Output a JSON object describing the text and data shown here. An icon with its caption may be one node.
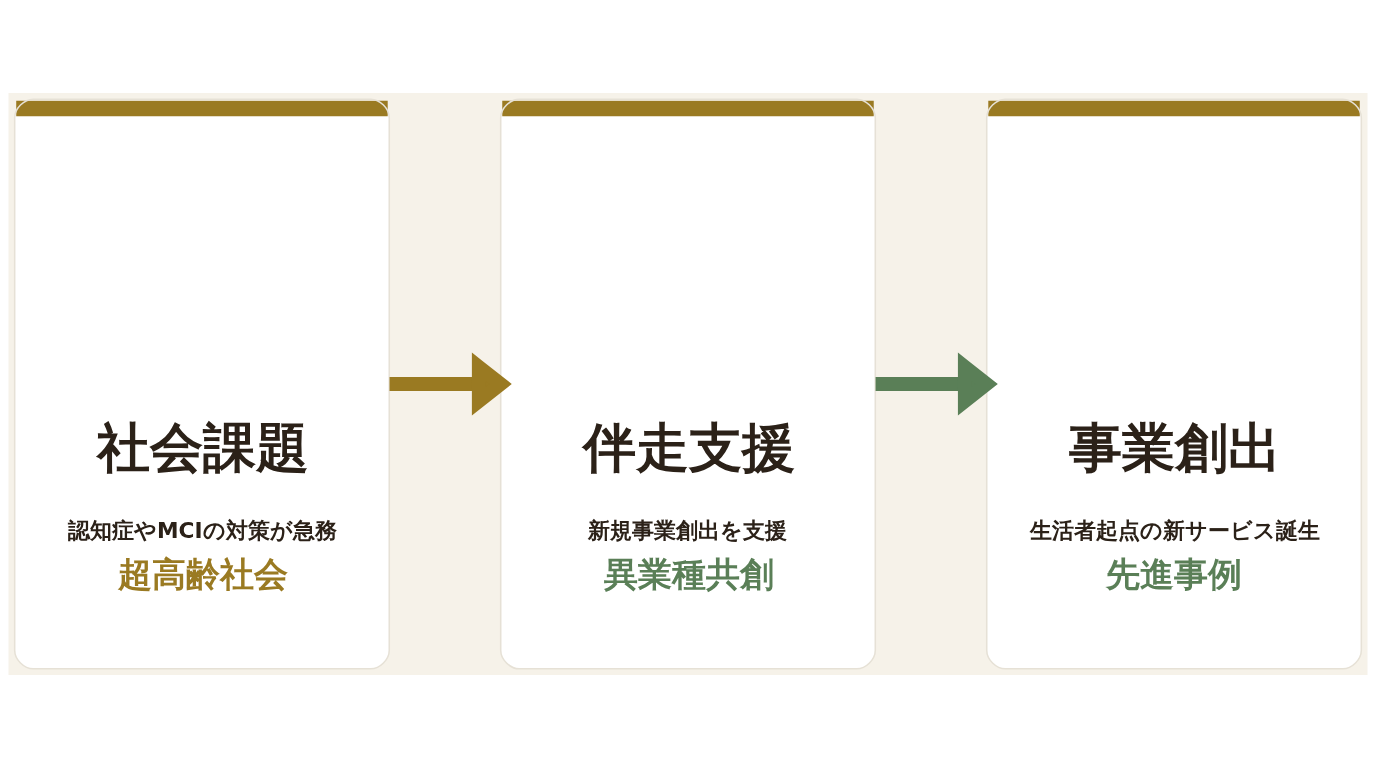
{
  "diagram": {
    "nodes": [
      {
        "text": [
          "社会課題",
          "認知症やMCIの対策が急務",
          "超高齢社会"
        ]
      },
      {
        "text": [
          "伴走支援",
          "新規事業創出を支援",
          "異業種共創"
        ]
      },
      {
        "text": [
          "事業創出",
          "生活者起点の新サービス誕生",
          "先進事例"
        ]
      }
    ],
    "edges": [
      {
        "from": 0,
        "to": 1,
        "arrow": "to",
        "color": "#9a7a22"
      },
      {
        "from": 1,
        "to": 2,
        "arrow": "to",
        "color": "#5a7f57"
      }
    ]
  }
}
